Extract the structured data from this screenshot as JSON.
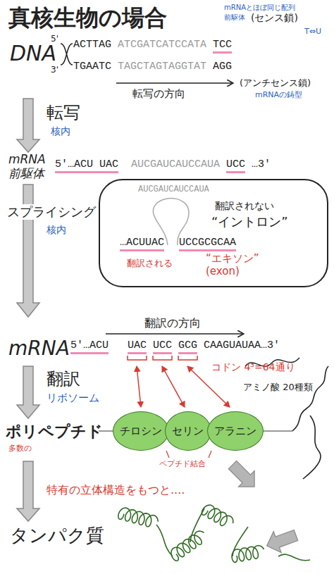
{
  "diagram": {
    "title": "真核生物の場合",
    "nodes": [
      {
        "text": [
          "AUCGAUCAUCCAUA",
          "翻訳されない",
          "“イントロン”",
          "…ACUUAC",
          "UCCGCGCAA",
          "翻訳される",
          "“エキソン” (exon)"
        ]
      },
      {
        "text": [
          "チロシン"
        ]
      },
      {
        "text": [
          "セリン"
        ]
      },
      {
        "text": [
          "アラニン"
        ]
      }
    ],
    "labels": [
      "mRNAとほぼ同じ配列",
      "前駆体",
      "(センス鎖)",
      "T⇔U",
      "DNA",
      "5'",
      "3'",
      "ACTTAG",
      "ATCGATCATCCATA",
      "TCC",
      "TGAATC",
      "TAGCTAGTAGGTAT",
      "AGG",
      "転写の方向",
      "(アンチセンス鎖)",
      "mRNAの鋳型",
      "転写",
      "核内",
      "mRNA 前駆体",
      "5'…ACU UAC",
      "AUCGAUCAUCCAUA",
      "UCC",
      "…3'",
      "スプライシング",
      "核内",
      "翻訳の方向",
      "mRNA",
      "5'…ACU",
      "UAC",
      "UCC",
      "GCG",
      "CAAGUAUAA…3'",
      "コドン 4³=64通り",
      "翻訳",
      "リボソーム",
      "ポリペプチド",
      "多数の",
      "アミノ酸 20種類",
      "ペプチド結合",
      "特有の立体構造をもつと....",
      "タンパク質"
    ]
  }
}
